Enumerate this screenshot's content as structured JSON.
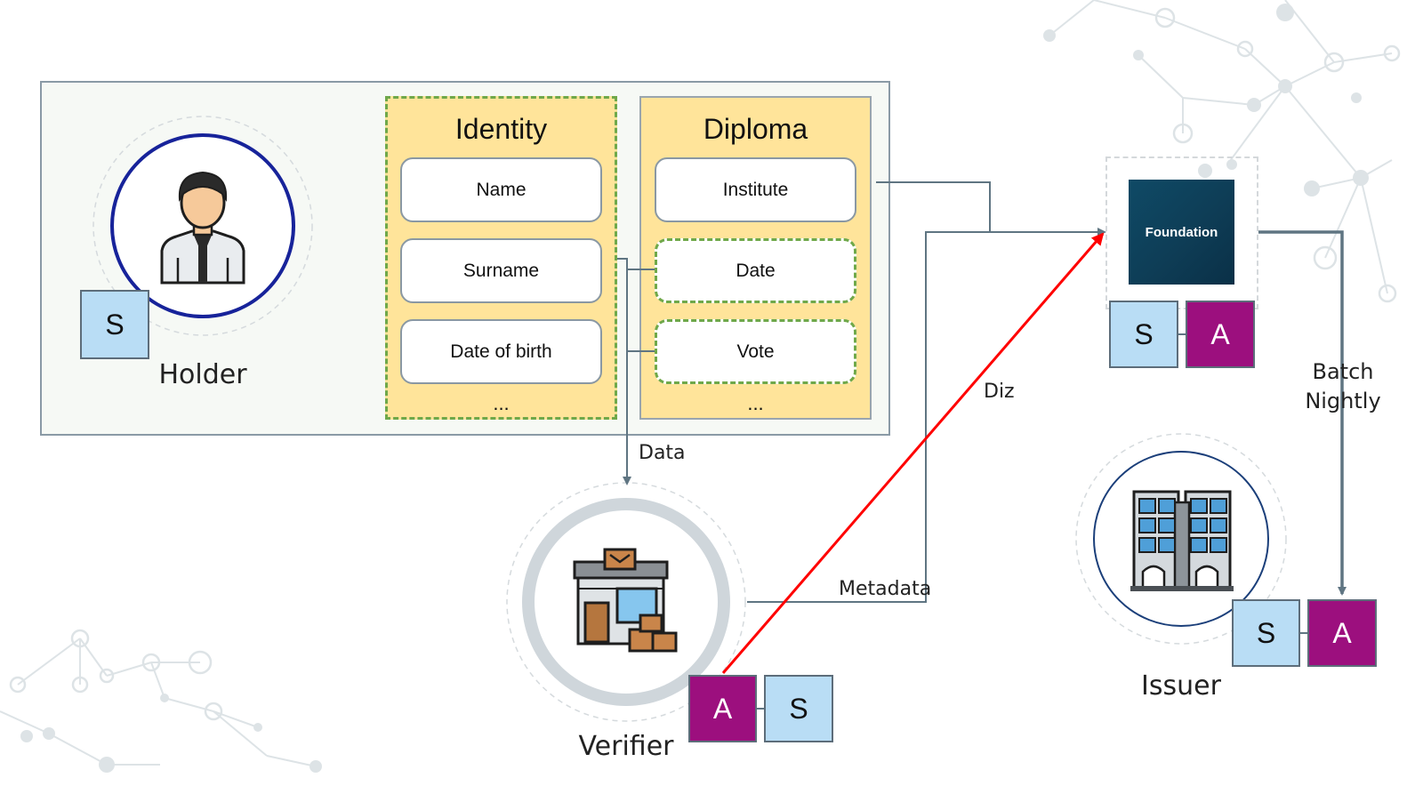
{
  "colors": {
    "identity_fill": "#ffe49a",
    "dashed_border": "#6fa84a",
    "key_s": "#b9ddf5",
    "key_a": "#9c0f7e",
    "holder_ring": "#17239a",
    "verifier_ring": "#cfd6db",
    "issuer_ring": "#1b3f7a",
    "red_arrow": "#ff0000",
    "connector": "#5f7582"
  },
  "holder": {
    "label": "Holder",
    "key_s": "S",
    "icon": "person-avatar-icon"
  },
  "identity": {
    "title": "Identity",
    "fields": [
      "Name",
      "Surname",
      "Date of birth"
    ],
    "more": "..."
  },
  "diploma": {
    "title": "Diploma",
    "fields": [
      "Institute",
      "Date",
      "Vote"
    ],
    "more": "..."
  },
  "foundation": {
    "logo_text": "Foundation",
    "key_s": "S",
    "key_a": "A"
  },
  "verifier": {
    "label": "Verifier",
    "key_a": "A",
    "key_s": "S",
    "icon": "store-icon"
  },
  "issuer": {
    "label": "Issuer",
    "key_s": "S",
    "key_a": "A",
    "icon": "office-building-icon"
  },
  "edges": {
    "data": "Data",
    "metadata": "Metadata",
    "diz": "Diz",
    "batch_line1": "Batch",
    "batch_line2": "Nightly"
  }
}
